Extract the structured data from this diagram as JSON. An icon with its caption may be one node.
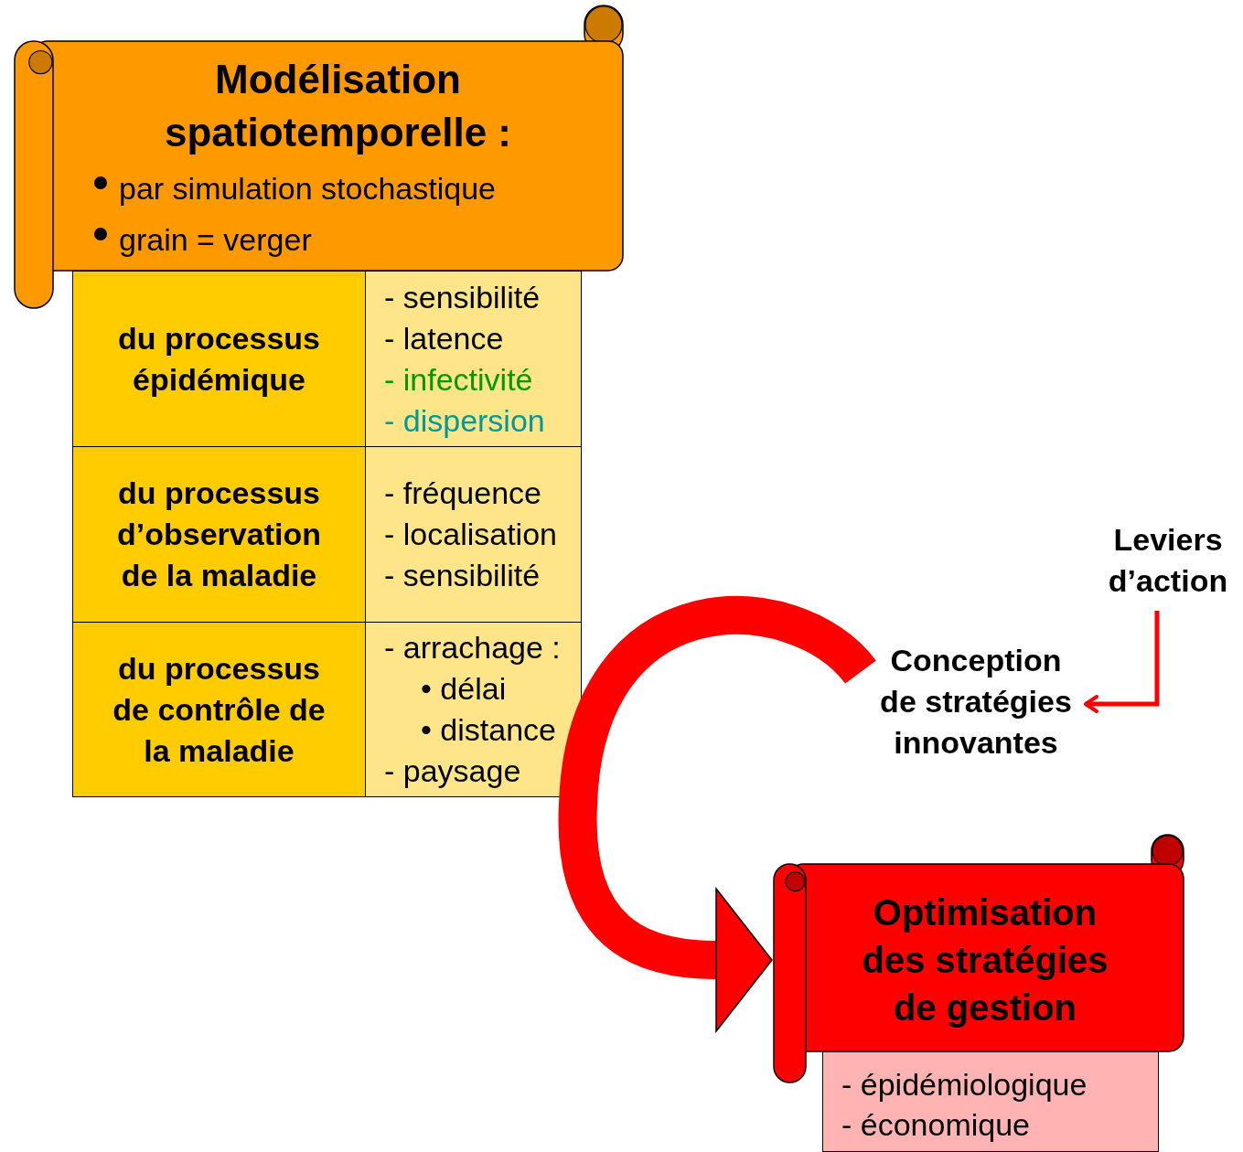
{
  "diagram": {
    "nodes": [
      {
        "text": [
          "Modélisation spatiotemporelle :",
          "par simulation stochastique",
          "grain = verger"
        ]
      },
      {
        "text": [
          "du processus épidémique"
        ]
      },
      {
        "text": [
          "- sensibilité",
          "- latence",
          "- infectivité",
          "- dispersion"
        ]
      },
      {
        "text": [
          "du processus d’observation de la maladie"
        ]
      },
      {
        "text": [
          "- fréquence",
          "- localisation",
          "- sensibilité"
        ]
      },
      {
        "text": [
          "du processus de contrôle de la maladie"
        ]
      },
      {
        "text": [
          "- arrachage :",
          "• délai",
          "• distance",
          "- paysage"
        ]
      },
      {
        "text": [
          "Conception de stratégies innovantes"
        ]
      },
      {
        "text": [
          "Leviers d’action"
        ]
      },
      {
        "text": [
          "Optimisation des stratégies de gestion"
        ]
      },
      {
        "text": [
          "- épidémiologique",
          "- économique"
        ]
      }
    ],
    "edges": [
      {
        "from": 7,
        "to": 9,
        "arrow": "to",
        "style": "thick",
        "color": "#ff0000"
      },
      {
        "from": 8,
        "to": 7,
        "arrow": "to",
        "color": "#ff0000"
      }
    ]
  }
}
